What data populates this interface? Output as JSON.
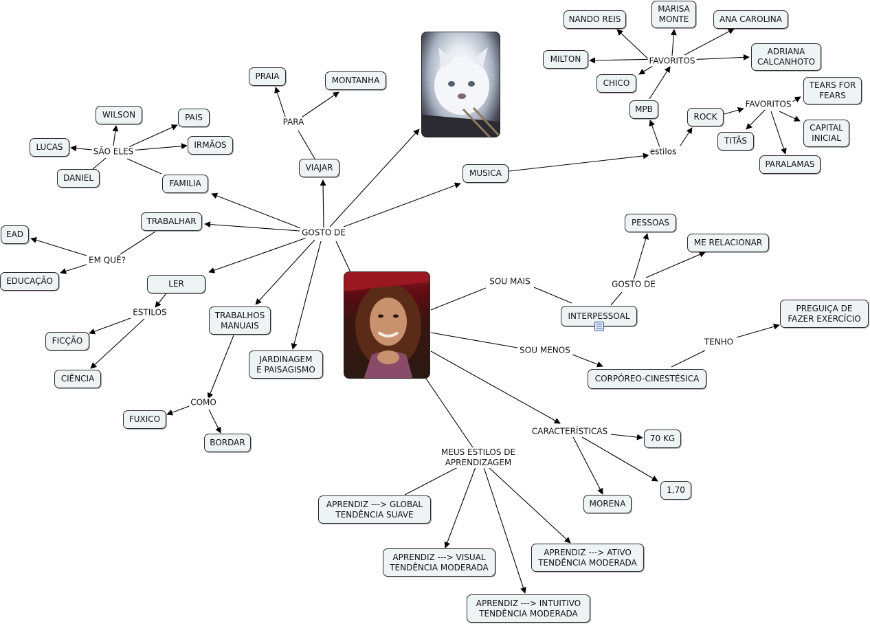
{
  "concepts": {
    "nando_reis": "NANDO REIS",
    "marisa_monte": "MARISA\nMONTE",
    "ana_carolina": "ANA CAROLINA",
    "milton": "MILTON",
    "adriana_calcanhoto": "ADRIANA\nCALCANHOTO",
    "chico": "CHICO",
    "tears_for_fears": "TEARS FOR\nFEARS",
    "mpb": "MPB",
    "rock": "ROCK",
    "capital_inicial": "CAPITAL\nINICIAL",
    "titas": "TITÃS",
    "paralamas": "PARALAMAS",
    "praia": "PRAIA",
    "montanha": "MONTANHA",
    "wilson": "WILSON",
    "pais": "PAIS",
    "lucas": "LUCAS",
    "irmaos": "IRMÃOS",
    "daniel": "DANIEL",
    "familia": "FAMILIA",
    "viajar": "VIAJAR",
    "musica": "MUSICA",
    "trabalhar": "TRABALHAR",
    "ead": "EAD",
    "educacao": "EDUCAÇÃO",
    "ler": "LER",
    "ficcao": "FICÇÃO",
    "ciencia": "CIÊNCIA",
    "trabalhos_manuais": "TRABALHOS\nMANUAIS",
    "jardinagem": "JARDINAGEM\nE PAISAGISMO",
    "fuxico": "FUXICO",
    "bordar": "BORDAR",
    "pessoas": "PESSOAS",
    "me_relacionar": "ME RELACIONAR",
    "interpessoal": "INTERPESSOAL",
    "preguica": "PREGUIÇA DE\nFAZER EXERCÍCIO",
    "corporeo": "CORPÓREO-CINESTÉSICA",
    "kg70": "70 KG",
    "altura": "1,70",
    "morena": "MORENA",
    "global": "APRENDIZ ---> GLOBAL\nTENDÊNCIA SUAVE",
    "visual": "APRENDIZ ---> VISUAL\nTENDÊNCIA MODERADA",
    "ativo": "APRENDIZ ---> ATIVO\nTENDÊNCIA MODERADA",
    "intuitivo": "APRENDIZ ---> INTUITIVO\nTENDÊNCIA MODERADA"
  },
  "links": {
    "favoritos_mpb": "FAVORITOS",
    "favoritos_rock": "FAVORITOS",
    "estilos_musica": "estilos",
    "para": "PARA",
    "sao_eles": "SÃO ELES",
    "gosto_de_main": "GOSTO DE",
    "em_que": "EM QUÊ?",
    "estilos_ler": "ESTILOS",
    "como": "COMO",
    "sou_mais": "SOU MAIS",
    "gosto_de_inter": "GOSTO DE",
    "tenho": "TENHO",
    "sou_menos": "SOU MENOS",
    "caracteristicas": "CARACTERÍSTICAS",
    "meus_estilos": "MEUS ESTILOS DE\nAPRENDIZAGEM"
  },
  "images": {
    "cat": "cat-photo",
    "woman": "woman-portrait-photo"
  },
  "colors": {
    "node_fill": "#eef3f6",
    "node_border": "#2a2a2a",
    "edge": "#000000"
  }
}
